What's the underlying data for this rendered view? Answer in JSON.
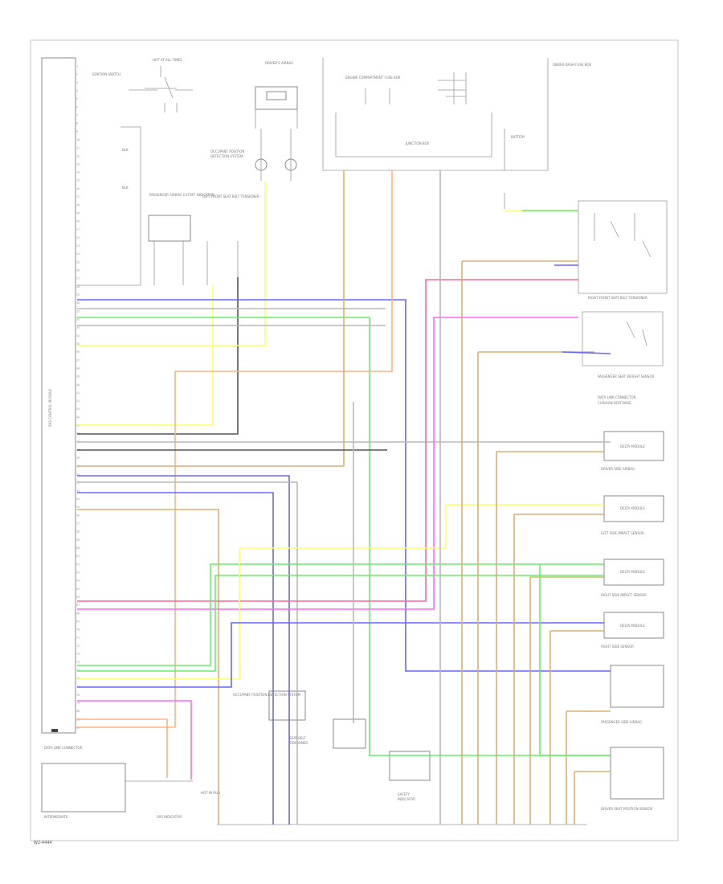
{
  "footer_code": "W2-4444",
  "main_module": {
    "name": "SRS CONTROL MODULE",
    "pins": [
      "1",
      "2",
      "3",
      "4",
      "5",
      "6",
      "7",
      "8",
      "9",
      "10",
      "11",
      "12",
      "13",
      "14",
      "15",
      "16",
      "17",
      "18",
      "19",
      "20",
      "21",
      "22",
      "23",
      "24",
      "25",
      "26",
      "27",
      "28",
      "29",
      "30",
      "31",
      "32",
      "33",
      "34",
      "35",
      "36",
      "37",
      "38",
      "39",
      "40",
      "41",
      "42",
      "43",
      "44",
      "45",
      "46",
      "47",
      "48",
      "49",
      "50",
      "51",
      "52",
      "53",
      "54",
      "55",
      "56",
      "57",
      "58",
      "59",
      "60",
      "61",
      "62",
      "63",
      "64",
      "65",
      "66",
      "67",
      "68",
      "69",
      "70",
      "71",
      "72",
      "73",
      "74",
      "75",
      "76",
      "77",
      "78",
      "79",
      "80",
      "81",
      "82"
    ]
  },
  "components": [
    {
      "id": "ignition-switch",
      "label": "IGNITION SWITCH"
    },
    {
      "id": "hot-at-all-times",
      "label": "HOT AT ALL TIMES"
    },
    {
      "id": "drivers-airbag",
      "label": "DRIVER'S AIRBAG"
    },
    {
      "id": "engine-compartment",
      "label": "ENGINE COMPARTMENT FUSE BOX"
    },
    {
      "id": "junction-box",
      "label": "JUNCTION BOX"
    },
    {
      "id": "underdash-fuse",
      "label": "UNDER-DASH FUSE BOX"
    },
    {
      "id": "passenger-airbag-cutoff",
      "label": "PASSENGER AIRBAG CUTOFF INDICATOR"
    },
    {
      "id": "left-front-seat-belt",
      "label": "LEFT FRONT SEAT BELT TENSIONER"
    },
    {
      "id": "right-front-seat-belt",
      "label": "RIGHT FRONT SEAT BELT TENSIONER"
    },
    {
      "id": "passenger-seat-weight",
      "label": "PASSENGER SEAT WEIGHT SENSOR"
    },
    {
      "id": "driver-side-airbag",
      "label": "DRIVER SIDE AIRBAG"
    },
    {
      "id": "left-side-sensor",
      "label": "LEFT SIDE IMPACT SENSOR"
    },
    {
      "id": "right-side-sensor",
      "label": "RIGHT SIDE IMPACT SENSOR"
    },
    {
      "id": "passenger-side-airbag",
      "label": "PASSENGER SIDE AIRBAG"
    },
    {
      "id": "driver-seat-position",
      "label": "DRIVER SEAT POSITION SENSOR"
    },
    {
      "id": "data-link-connector",
      "label": "DATA LINK CONNECTOR"
    },
    {
      "id": "srs-indicator",
      "label": "SRS INDICATOR"
    },
    {
      "id": "occupant-position",
      "label": "OCCUPANT POSITION DETECTION SYSTEM"
    }
  ],
  "wire_colors": {
    "yellow": "#ffff66",
    "green": "#66ee66",
    "blue": "#6666ff",
    "pink": "#ff66ff",
    "red": "#ff6699",
    "tan": "#d8b070",
    "orange": "#ffb080",
    "black": "#555555",
    "gray": "#b8b8b8",
    "white": "#dddddd"
  }
}
